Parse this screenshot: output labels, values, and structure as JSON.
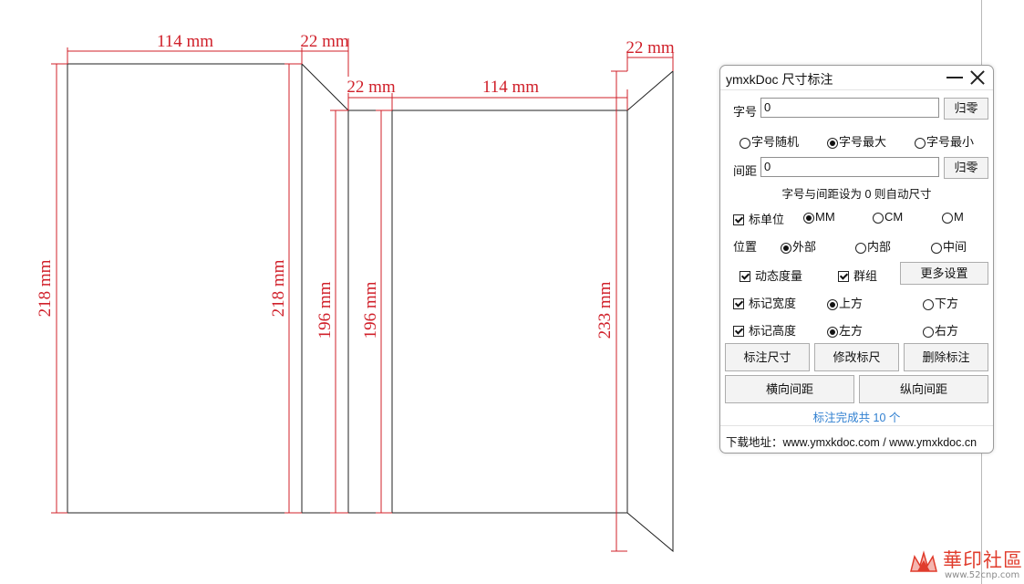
{
  "drawing": {
    "labels": {
      "top_left_width": "114 mm",
      "top_left_gap": "22 mm",
      "mid_gap": "22 mm",
      "mid_width": "114 mm",
      "top_right_gap": "22 mm",
      "left_height_outer": "218 mm",
      "left_height_inner": "218 mm",
      "mid_height_1": "196 mm",
      "mid_height_2": "196 mm",
      "right_height": "233 mm"
    },
    "colors": {
      "dimension": "#d0202a",
      "outline": "#222222"
    }
  },
  "panel": {
    "title": "ymxkDoc  尺寸标注",
    "font_size_label": "字号",
    "font_size_value": "0",
    "reset_label": "归零",
    "font_options": [
      "字号随机",
      "字号最大",
      "字号最小"
    ],
    "font_selected": "字号最大",
    "spacing_label": "间距",
    "spacing_value": "0",
    "note": "字号与间距设为 0 则自动尺寸",
    "unit_check_label": "标单位",
    "unit_checked": true,
    "units": [
      "MM",
      "CM",
      "M"
    ],
    "unit_selected": "MM",
    "position_label": "位置",
    "positions": [
      "外部",
      "内部",
      "中间"
    ],
    "position_selected": "外部",
    "dynamic_label": "动态度量",
    "dynamic_checked": true,
    "group_label": "群组",
    "group_checked": true,
    "more_settings": "更多设置",
    "mark_width_label": "标记宽度",
    "mark_width_checked": true,
    "width_positions": [
      "上方",
      "下方"
    ],
    "width_selected": "上方",
    "mark_height_label": "标记高度",
    "mark_height_checked": true,
    "height_positions": [
      "左方",
      "右方"
    ],
    "height_selected": "左方",
    "buttons": {
      "annotate": "标注尺寸",
      "modify": "修改标尺",
      "delete": "删除标注",
      "horizontal": "横向间距",
      "vertical": "纵向间距"
    },
    "status": "标注完成共 10 个",
    "status_color": "#2f7fd0",
    "footer": "下载地址：www.ymxkdoc.com  / www.ymxkdoc.cn"
  },
  "watermark": {
    "text": "華印社區",
    "url": "www.52cnp.com",
    "color": "#e03c2c"
  }
}
